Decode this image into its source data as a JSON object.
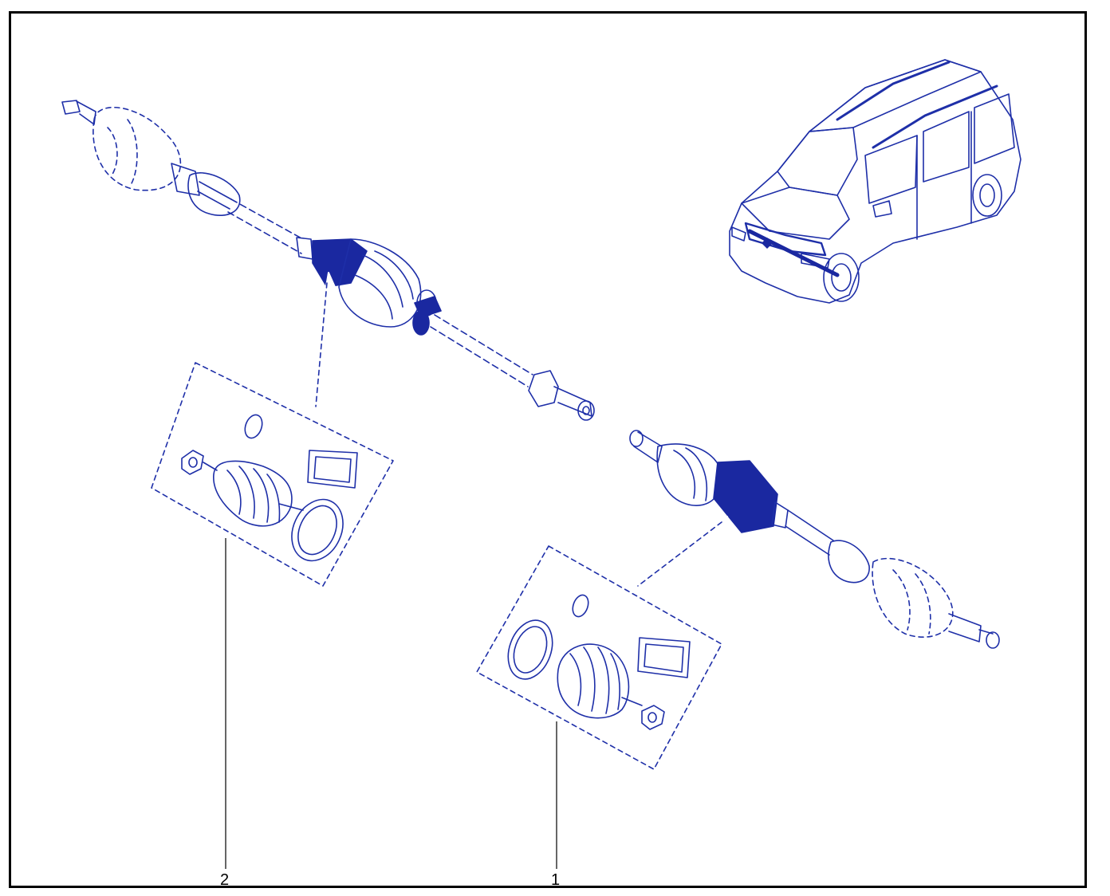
{
  "diagram": {
    "callouts": [
      {
        "id": "1",
        "label": "1"
      },
      {
        "id": "2",
        "label": "2"
      }
    ],
    "colors": {
      "line": "#1e2fa8",
      "fill": "#1a28a0",
      "callout": "#000000",
      "frame": "#000000",
      "background": "#ffffff"
    }
  }
}
